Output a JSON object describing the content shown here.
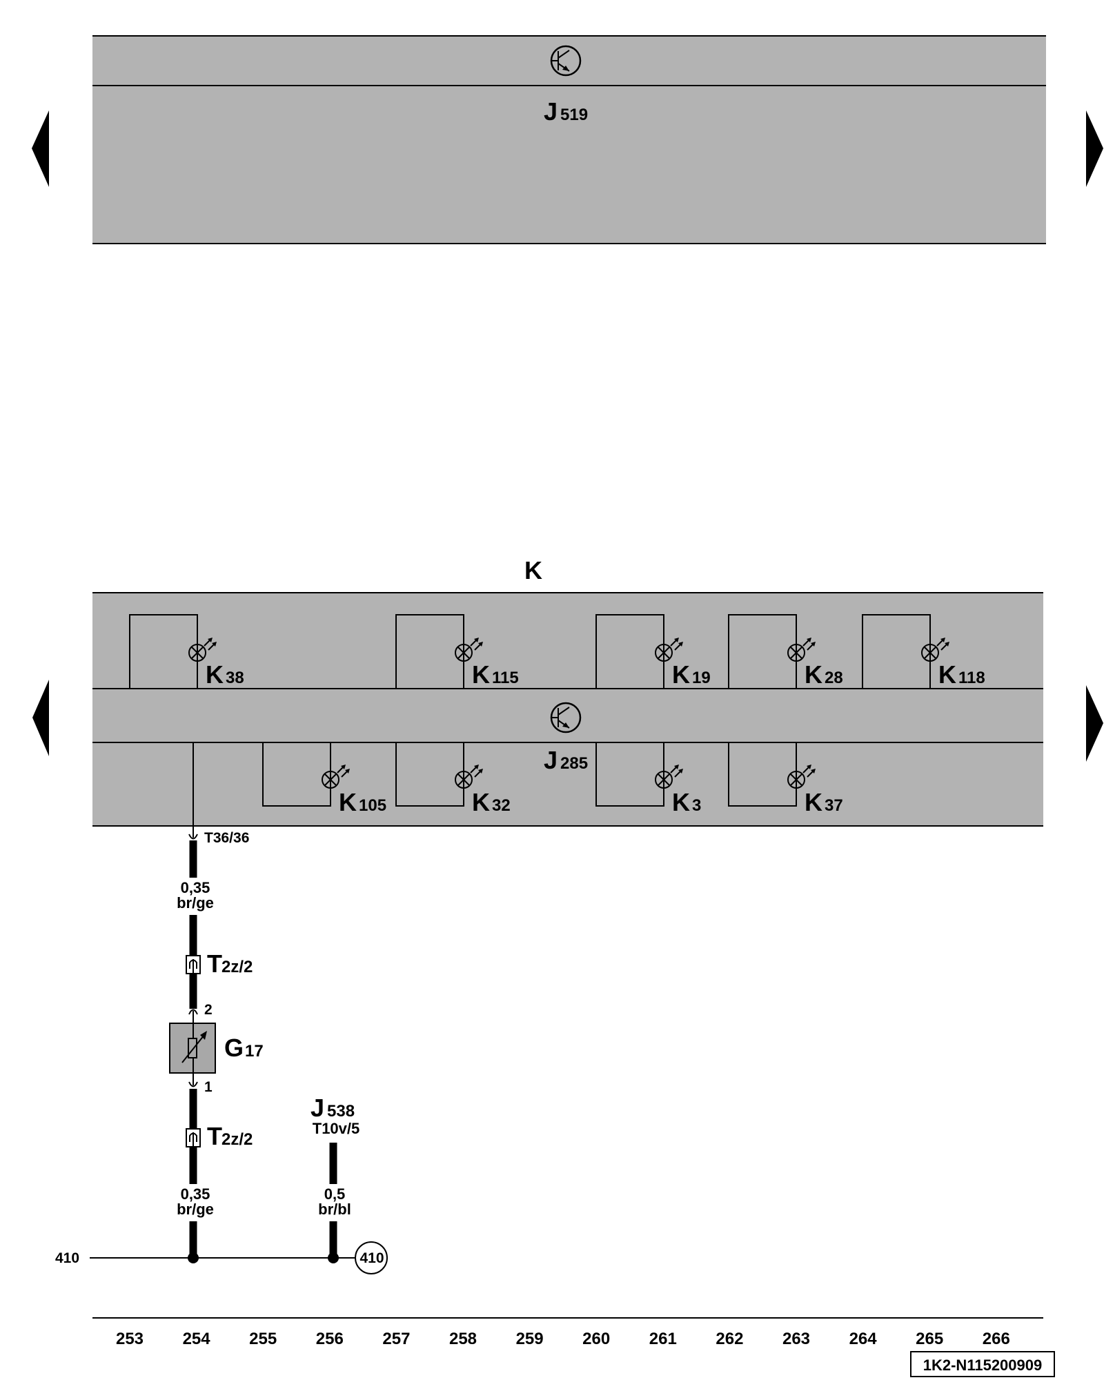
{
  "diagram": {
    "top_unit": {
      "letter": "J",
      "sub": "519"
    },
    "cluster": {
      "title": "K",
      "unit": {
        "letter": "J",
        "sub": "285"
      },
      "lamps_top": [
        {
          "letter": "K",
          "sub": "38"
        },
        {
          "letter": "K",
          "sub": "115"
        },
        {
          "letter": "K",
          "sub": "19"
        },
        {
          "letter": "K",
          "sub": "28"
        },
        {
          "letter": "K",
          "sub": "118"
        }
      ],
      "lamps_bottom": [
        {
          "letter": "K",
          "sub": "105"
        },
        {
          "letter": "K",
          "sub": "32"
        },
        {
          "letter": "K",
          "sub": "3"
        },
        {
          "letter": "K",
          "sub": "37"
        }
      ]
    },
    "connector_main": "T36/36",
    "wire_a": {
      "size": "0,35",
      "color": "br/ge"
    },
    "wire_b": {
      "size": "0,35",
      "color": "br/ge"
    },
    "wire_c": {
      "size": "0,5",
      "color": "br/bl"
    },
    "plug_upper": {
      "letter": "T",
      "sub": "2z/2"
    },
    "plug_lower": {
      "letter": "T",
      "sub": "2z/2"
    },
    "pin_upper": "2",
    "pin_lower": "1",
    "sensor": {
      "letter": "G",
      "sub": "17"
    },
    "j538": {
      "letter": "J",
      "sub": "538",
      "connector": "T10v/5"
    },
    "ground_left": "410",
    "ground_ref": "410",
    "columns": [
      "253",
      "254",
      "255",
      "256",
      "257",
      "258",
      "259",
      "260",
      "261",
      "262",
      "263",
      "264",
      "265",
      "266"
    ],
    "doc_id": "1K2-N115200909"
  }
}
